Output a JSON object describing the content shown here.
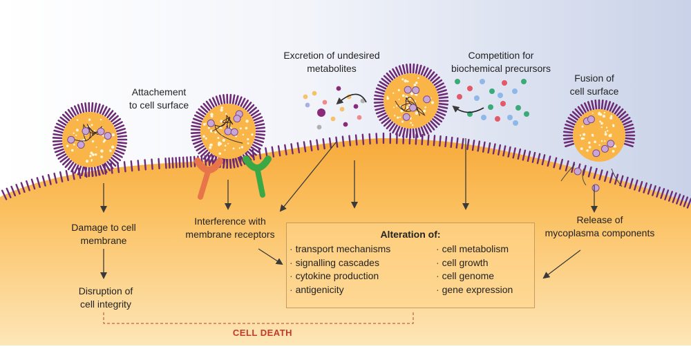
{
  "labels": {
    "attachment": [
      "Attachement",
      "to cell surface"
    ],
    "excretion": [
      "Excretion of undesired",
      "metabolites"
    ],
    "competition": [
      "Competition for",
      "biochemical precursors"
    ],
    "fusion": [
      "Fusion of",
      "cell surface"
    ],
    "damage": [
      "Damage to cell",
      "membrane"
    ],
    "disruption": [
      "Disruption of",
      "cell integrity"
    ],
    "interference": [
      "Interference with",
      "membrane receptors"
    ],
    "release": [
      "Release of",
      "mycoplasma components"
    ]
  },
  "alteration": {
    "title": "Alteration of:",
    "left": [
      "transport mechanisms",
      "signalling cascades",
      "cytokine production",
      "antigenicity"
    ],
    "right": [
      "cell metabolism",
      "cell growth",
      "cell genome",
      "gene expression"
    ]
  },
  "outcome": "CELL DEATH",
  "colors": {
    "cell": "#f9b547",
    "membrane": "#6b2a73",
    "receptor_orange": "#e8744a",
    "receptor_green": "#3aa845",
    "death": "#c0392b"
  }
}
